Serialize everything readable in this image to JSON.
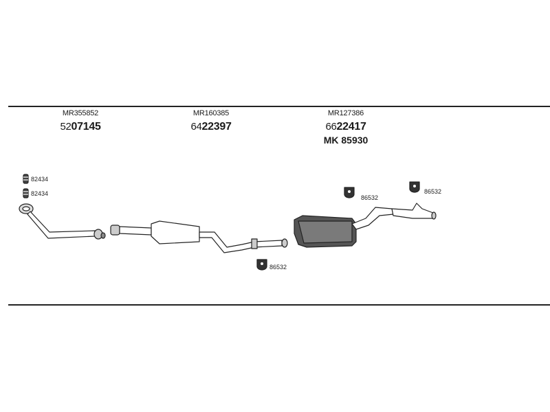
{
  "parts": [
    {
      "mr": "MR355852",
      "prefix": "52",
      "number": "07145"
    },
    {
      "mr": "MR160385",
      "prefix": "64",
      "number": "22397"
    },
    {
      "mr": "MR127386",
      "prefix": "66",
      "number": "22417",
      "mk": "MK 85930"
    }
  ],
  "labels": {
    "clamp_top": "82434",
    "clamp_bottom": "82434",
    "hanger_mid": "86532",
    "hanger_rear_left": "86532",
    "hanger_rear_right": "86532"
  }
}
